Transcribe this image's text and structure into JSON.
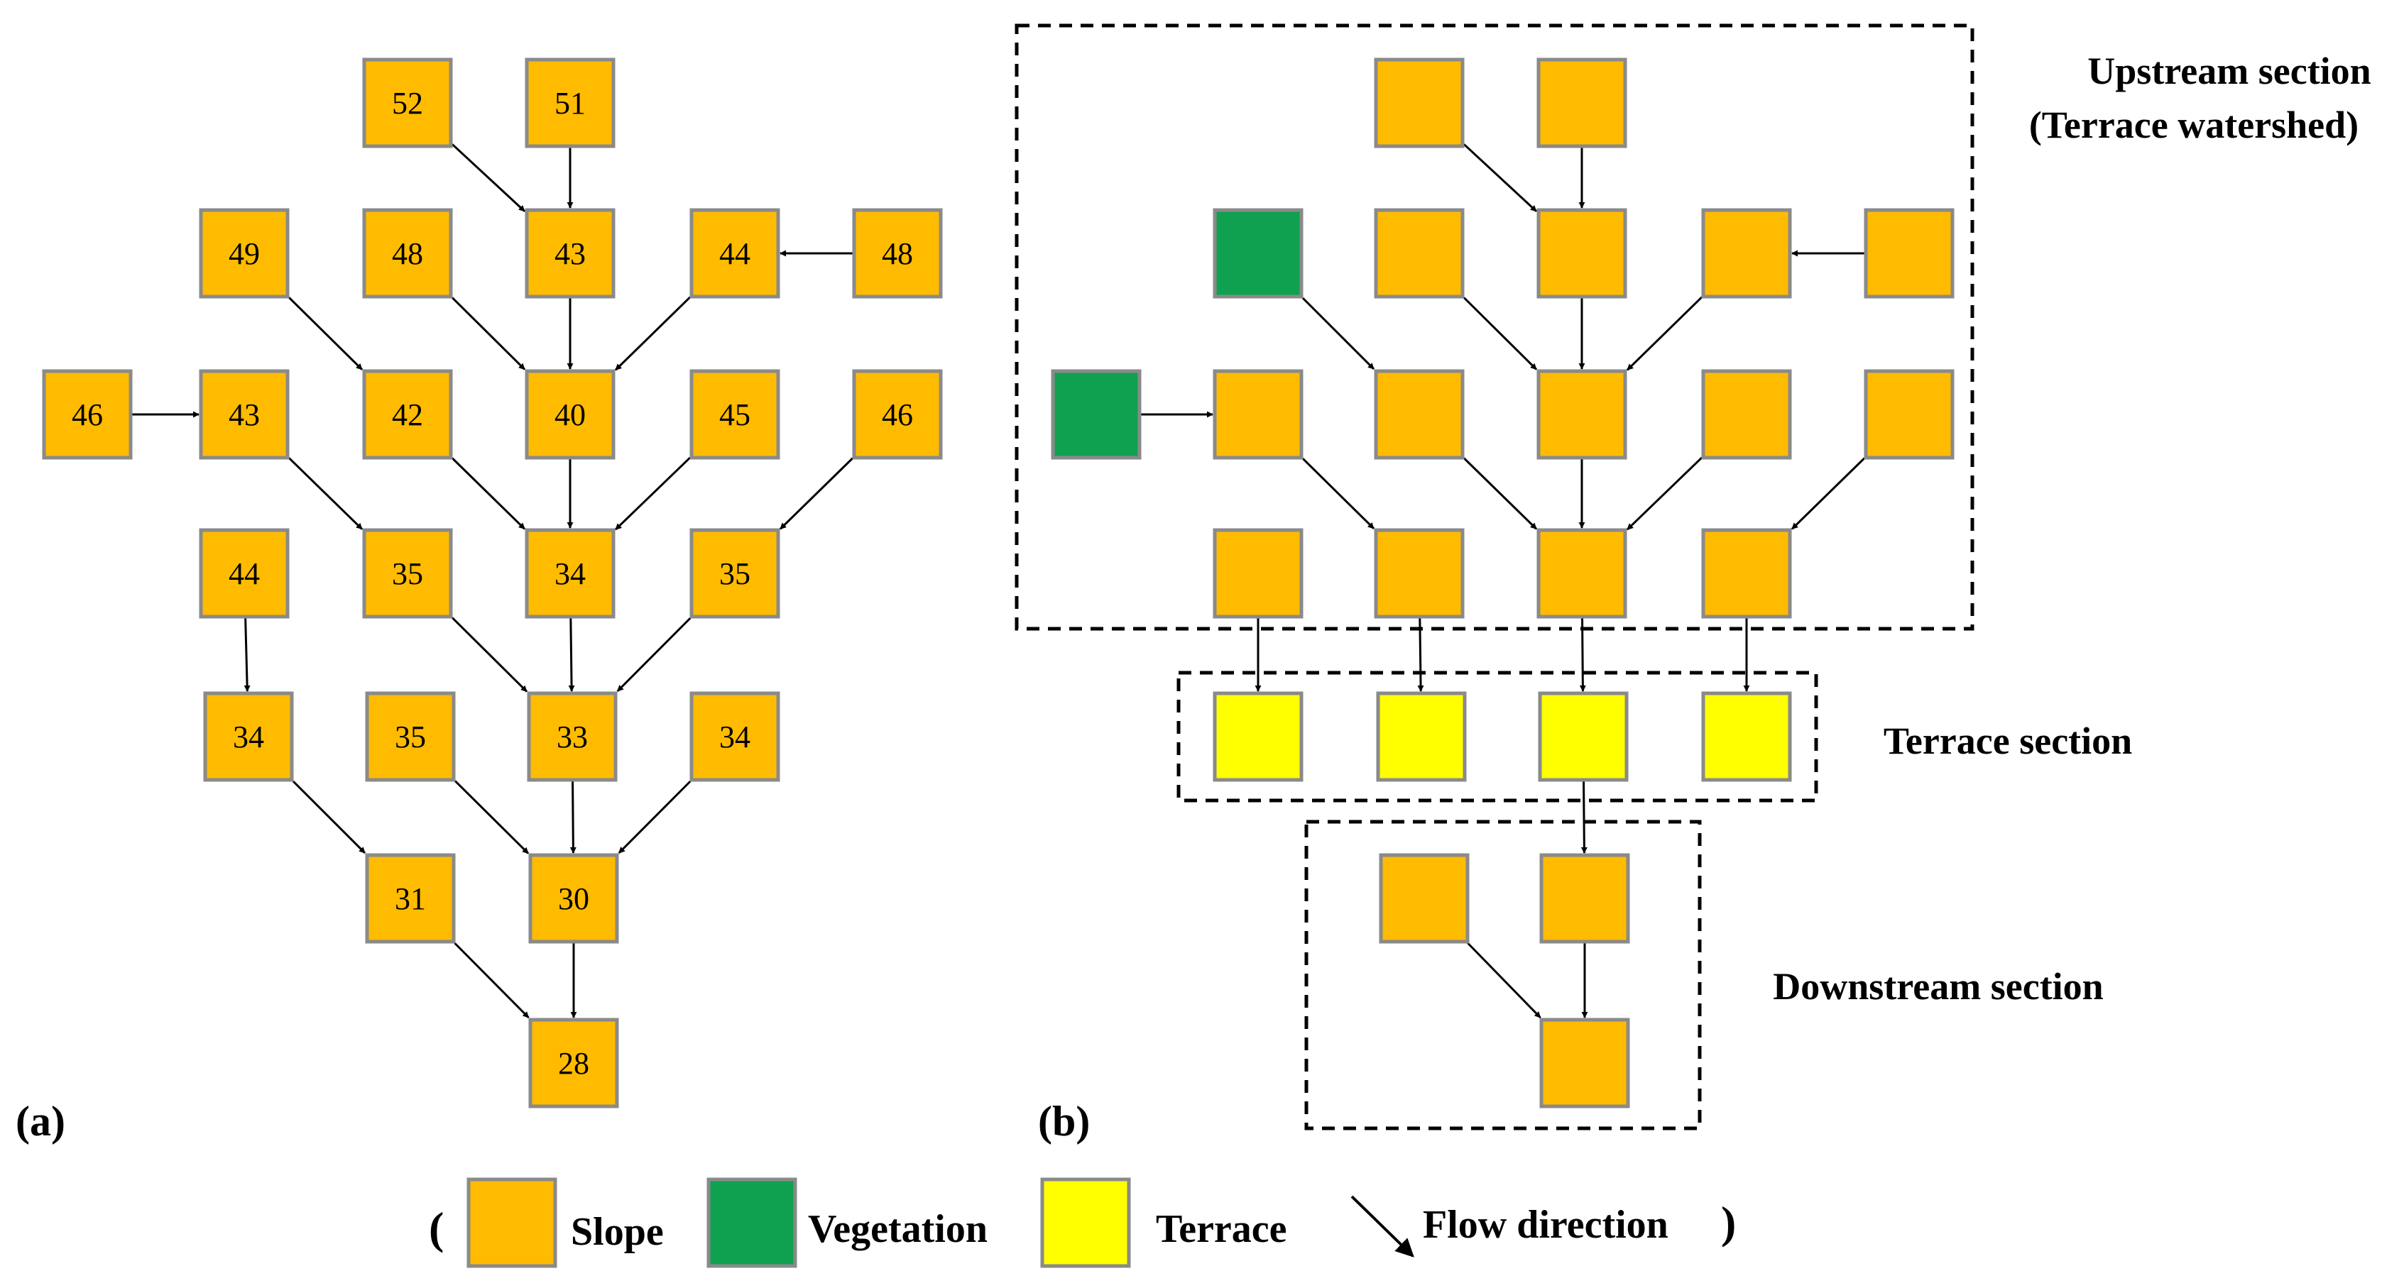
{
  "colors": {
    "slope": "#ffbb00",
    "vegetation": "#0fa14f",
    "terrace": "#ffff00",
    "border": "#8a8a8a",
    "arrow": "#000000"
  },
  "panel_a": {
    "label": "(a)",
    "cells": [
      {
        "id": "a1",
        "value": "52"
      },
      {
        "id": "a2",
        "value": "51"
      },
      {
        "id": "a3",
        "value": "49"
      },
      {
        "id": "a4",
        "value": "48"
      },
      {
        "id": "a5",
        "value": "43"
      },
      {
        "id": "a6",
        "value": "44"
      },
      {
        "id": "a7",
        "value": "48"
      },
      {
        "id": "a8",
        "value": "46"
      },
      {
        "id": "a9",
        "value": "43"
      },
      {
        "id": "a10",
        "value": "42"
      },
      {
        "id": "a11",
        "value": "40"
      },
      {
        "id": "a12",
        "value": "45"
      },
      {
        "id": "a13",
        "value": "46"
      },
      {
        "id": "a14",
        "value": "44"
      },
      {
        "id": "a15",
        "value": "35"
      },
      {
        "id": "a16",
        "value": "34"
      },
      {
        "id": "a17",
        "value": "35"
      },
      {
        "id": "a18",
        "value": "34"
      },
      {
        "id": "a19",
        "value": "35"
      },
      {
        "id": "a20",
        "value": "33"
      },
      {
        "id": "a21",
        "value": "34"
      },
      {
        "id": "a22",
        "value": "31"
      },
      {
        "id": "a23",
        "value": "30"
      },
      {
        "id": "a24",
        "value": "28"
      }
    ]
  },
  "panel_b": {
    "label": "(b)",
    "sections": {
      "upstream": "Upstream section",
      "upstream_sub": "(Terrace watershed)",
      "terrace": "Terrace section",
      "downstream": "Downstream section"
    },
    "cells": [
      {
        "id": "b1",
        "type": "slope"
      },
      {
        "id": "b2",
        "type": "slope"
      },
      {
        "id": "b3",
        "type": "vegetation"
      },
      {
        "id": "b4",
        "type": "slope"
      },
      {
        "id": "b5",
        "type": "slope"
      },
      {
        "id": "b6",
        "type": "slope"
      },
      {
        "id": "b7",
        "type": "slope"
      },
      {
        "id": "b8",
        "type": "vegetation"
      },
      {
        "id": "b9",
        "type": "slope"
      },
      {
        "id": "b10",
        "type": "slope"
      },
      {
        "id": "b11",
        "type": "slope"
      },
      {
        "id": "b12",
        "type": "slope"
      },
      {
        "id": "b13",
        "type": "slope"
      },
      {
        "id": "b14",
        "type": "slope"
      },
      {
        "id": "b15",
        "type": "slope"
      },
      {
        "id": "b16",
        "type": "slope"
      },
      {
        "id": "b17",
        "type": "slope"
      },
      {
        "id": "b18",
        "type": "terrace"
      },
      {
        "id": "b19",
        "type": "terrace"
      },
      {
        "id": "b20",
        "type": "terrace"
      },
      {
        "id": "b21",
        "type": "terrace"
      },
      {
        "id": "b22",
        "type": "slope"
      },
      {
        "id": "b23",
        "type": "slope"
      },
      {
        "id": "b24",
        "type": "slope"
      }
    ]
  },
  "legend": {
    "open": "(",
    "close": ")",
    "slope": "Slope",
    "vegetation": "Vegetation",
    "terrace": "Terrace",
    "flow": "Flow direction"
  }
}
